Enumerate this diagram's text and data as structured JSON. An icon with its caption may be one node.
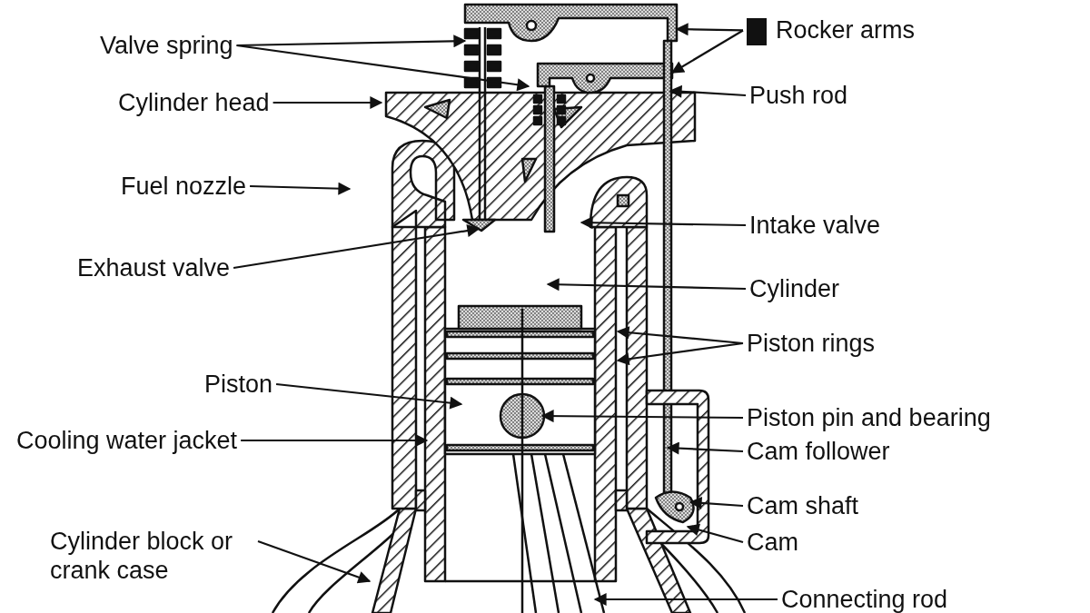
{
  "diagram": {
    "nodes": [
      {
        "text": [
          "Valve spring"
        ]
      },
      {
        "text": [
          "Cylinder head"
        ]
      },
      {
        "text": [
          "Fuel nozzle"
        ]
      },
      {
        "text": [
          "Exhaust valve"
        ]
      },
      {
        "text": [
          "Piston"
        ]
      },
      {
        "text": [
          "Cooling water jacket"
        ]
      },
      {
        "text": [
          "Cylinder block or crank case"
        ]
      },
      {
        "text": [
          "Rocker arms"
        ]
      },
      {
        "text": [
          "Push rod"
        ]
      },
      {
        "text": [
          "Intake valve"
        ]
      },
      {
        "text": [
          "Cylinder"
        ]
      },
      {
        "text": [
          "Piston rings"
        ]
      },
      {
        "text": [
          "Piston pin and bearing"
        ]
      },
      {
        "text": [
          "Cam follower"
        ]
      },
      {
        "text": [
          "Cam shaft"
        ]
      },
      {
        "text": [
          "Cam"
        ]
      },
      {
        "text": [
          "Connecting rod"
        ]
      }
    ],
    "edges": [
      {
        "from": 0,
        "to": null,
        "arrow": "to"
      },
      {
        "from": 0,
        "to": null,
        "arrow": "to"
      },
      {
        "from": 1,
        "to": null,
        "arrow": "to"
      },
      {
        "from": 2,
        "to": null,
        "arrow": "to"
      },
      {
        "from": 3,
        "to": null,
        "arrow": "to"
      },
      {
        "from": 4,
        "to": null,
        "arrow": "to"
      },
      {
        "from": 5,
        "to": null,
        "arrow": "to"
      },
      {
        "from": 6,
        "to": null,
        "arrow": "to"
      },
      {
        "from": 7,
        "to": null,
        "arrow": "to"
      },
      {
        "from": 7,
        "to": null,
        "arrow": "to"
      },
      {
        "from": 8,
        "to": null,
        "arrow": "to"
      },
      {
        "from": 9,
        "to": null,
        "arrow": "to"
      },
      {
        "from": 10,
        "to": null,
        "arrow": "to"
      },
      {
        "from": 11,
        "to": null,
        "arrow": "to"
      },
      {
        "from": 11,
        "to": null,
        "arrow": "to"
      },
      {
        "from": 12,
        "to": null,
        "arrow": "to"
      },
      {
        "from": 13,
        "to": null,
        "arrow": "to"
      },
      {
        "from": 14,
        "to": null,
        "arrow": "to"
      },
      {
        "from": 15,
        "to": null,
        "arrow": "to"
      },
      {
        "from": 16,
        "to": null,
        "arrow": "to"
      }
    ]
  }
}
